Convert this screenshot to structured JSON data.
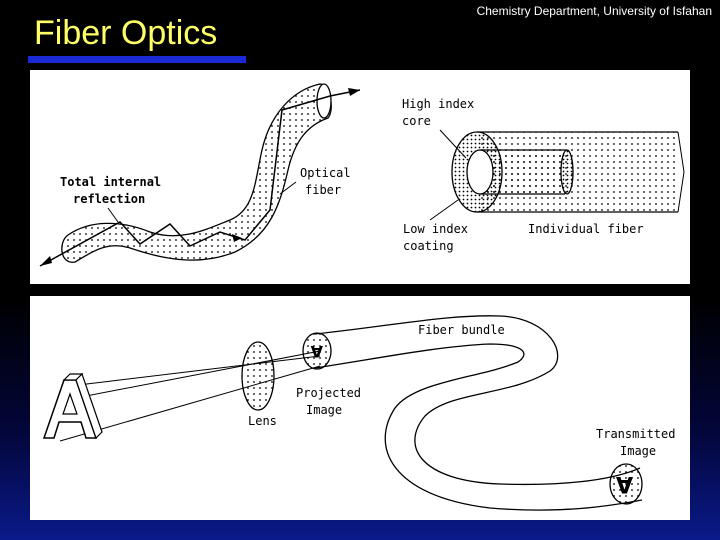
{
  "slide": {
    "title": "Fiber Optics",
    "credit": "Chemistry Department, University of Isfahan"
  },
  "top_panel": {
    "tir_label": [
      "Total internal",
      "reflection"
    ],
    "optical_fiber_label": [
      "Optical",
      "fiber"
    ],
    "core_label": [
      "High index",
      "core"
    ],
    "coating_label": [
      "Low index",
      "coating"
    ],
    "individual_fiber_label": "Individual fiber"
  },
  "bottom_panel": {
    "fiber_bundle_label": "Fiber bundle",
    "lens_label": "Lens",
    "projected_label": [
      "Projected",
      "Image"
    ],
    "transmitted_label": [
      "Transmitted",
      "Image"
    ],
    "object_letter": "A"
  },
  "colors": {
    "title": "#ffff66",
    "underline": "#1a2bd6",
    "panel": "#ffffff"
  }
}
